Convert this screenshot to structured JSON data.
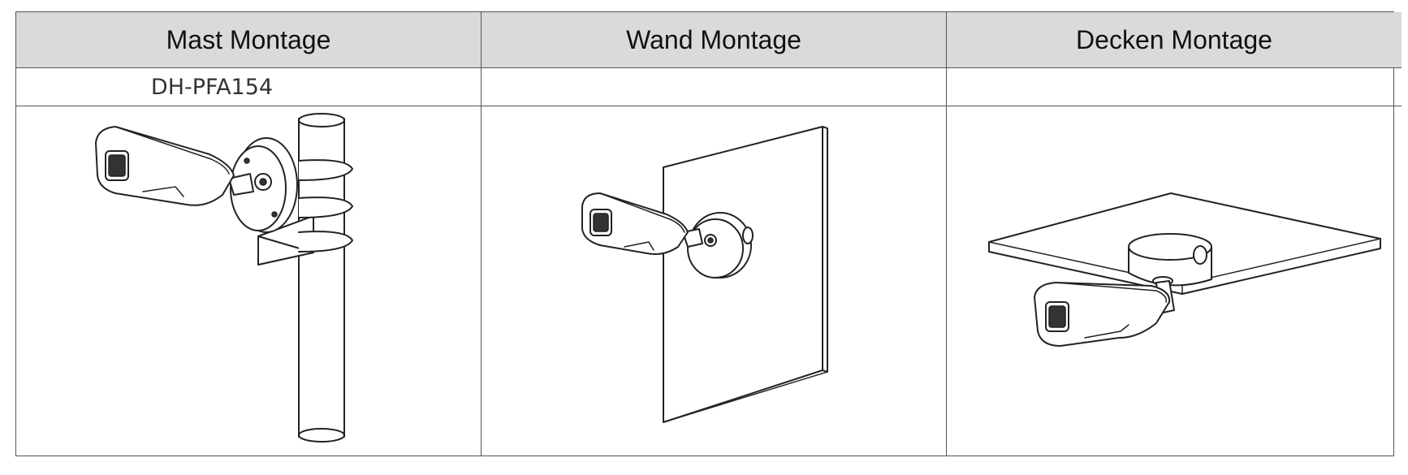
{
  "columns": [
    {
      "header": "Mast Montage",
      "model": "DH-PFA154",
      "illustration": "pole-mount-camera"
    },
    {
      "header": "Wand Montage",
      "model": "",
      "illustration": "wall-mount-camera"
    },
    {
      "header": "Decken Montage",
      "model": "",
      "illustration": "ceiling-mount-camera"
    }
  ]
}
